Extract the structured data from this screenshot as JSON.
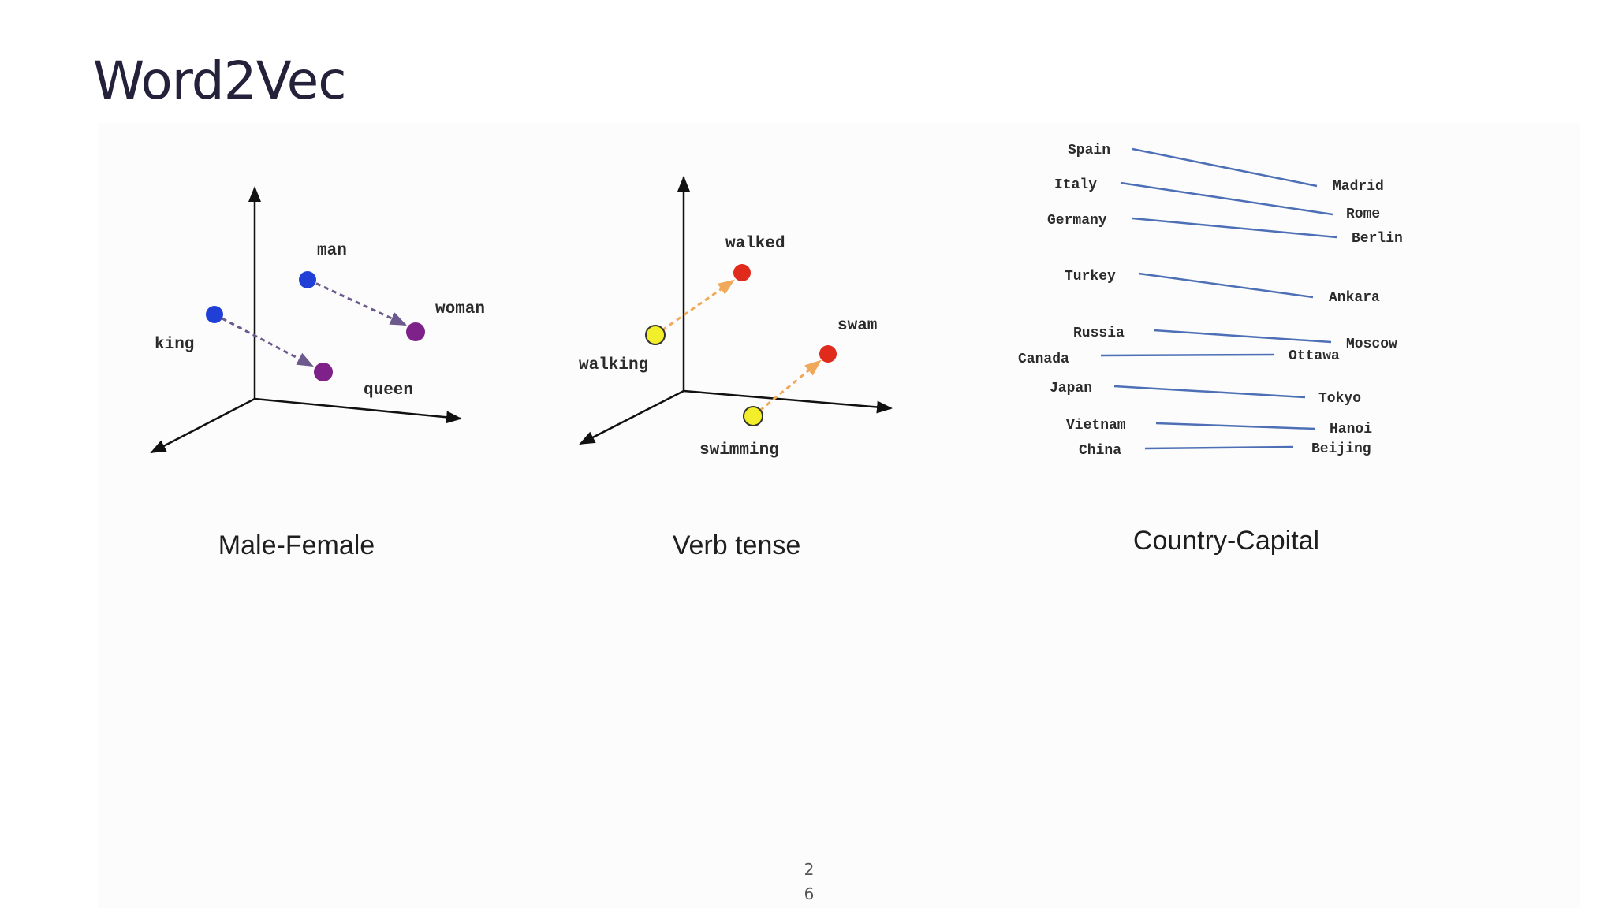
{
  "slide": {
    "title": "Word2Vec",
    "page_number_line1": "2",
    "page_number_line2": "6"
  },
  "panels": {
    "male_female": {
      "caption": "Male-Female",
      "words": {
        "man": "man",
        "woman": "woman",
        "king": "king",
        "queen": "queen"
      }
    },
    "verb_tense": {
      "caption": "Verb tense",
      "words": {
        "walked": "walked",
        "walking": "walking",
        "swam": "swam",
        "swimming": "swimming"
      }
    },
    "country_capital": {
      "caption": "Country-Capital",
      "pairs": [
        {
          "country": "Spain",
          "capital": "Madrid"
        },
        {
          "country": "Italy",
          "capital": "Rome"
        },
        {
          "country": "Germany",
          "capital": "Berlin"
        },
        {
          "country": "Turkey",
          "capital": "Ankara"
        },
        {
          "country": "Russia",
          "capital": "Moscow"
        },
        {
          "country": "Canada",
          "capital": "Ottawa"
        },
        {
          "country": "Japan",
          "capital": "Tokyo"
        },
        {
          "country": "Vietnam",
          "capital": "Hanoi"
        },
        {
          "country": "China",
          "capital": "Beijing"
        }
      ]
    }
  },
  "colors": {
    "blue_point": "#1f3fd6",
    "purple_point": "#7e2188",
    "red_point": "#e02a1c",
    "yellow_point": "#f2ee2a",
    "mf_arrow": "#6c5a8c",
    "verb_arrow": "#f0a95a",
    "country_line": "#4d6fb5"
  }
}
